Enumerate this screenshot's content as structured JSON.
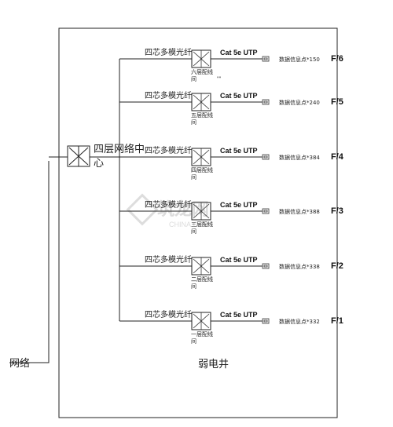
{
  "center": {
    "label_line1": "四层网络中",
    "label_line2": "心"
  },
  "network_label": "网络",
  "shaft_label": "弱电井",
  "cable_label": "Cat 5e UTP",
  "fiber_label": "四芯多模光纤",
  "watermark": {
    "main": "筑龙网",
    "url": "CHINA.COM"
  },
  "floors": [
    {
      "floor": "F/6",
      "room": "六层配线间",
      "room_line1": "六层配线",
      "room_line2": "间",
      "info": "数据信息点*150",
      "extra": "\"\""
    },
    {
      "floor": "F/5",
      "room": "五层配线间",
      "room_line1": "五层配线",
      "room_line2": "间",
      "info": "数据信息点*240",
      "extra": ""
    },
    {
      "floor": "F/4",
      "room": "四层配线间",
      "room_line1": "四层配线",
      "room_line2": "间",
      "info": "数据信息点*384",
      "extra": ""
    },
    {
      "floor": "F/3",
      "room": "三层配线间",
      "room_line1": "三层配线",
      "room_line2": "间",
      "info": "数据信息点*388",
      "extra": ""
    },
    {
      "floor": "F/2",
      "room": "二层配线间",
      "room_line1": "二层配线",
      "room_line2": "间",
      "info": "数据信息点*338",
      "extra": ""
    },
    {
      "floor": "F/1",
      "room": "一层配线间",
      "room_line1": "一层配线",
      "room_line2": "间",
      "info": "数据信息点*332",
      "extra": ""
    }
  ]
}
